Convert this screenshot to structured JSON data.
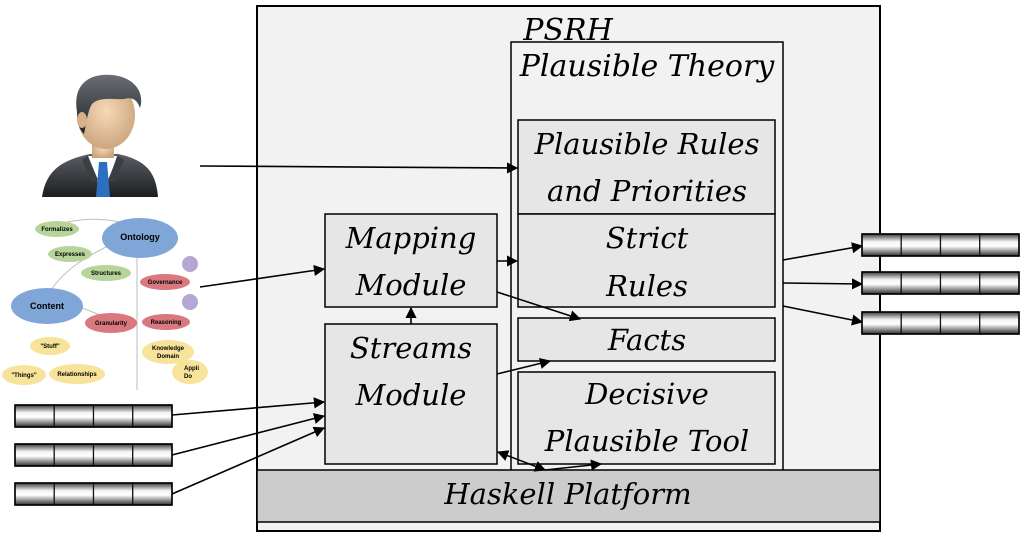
{
  "psrh": {
    "title": "PSRH"
  },
  "plausible_theory": {
    "title": "Plausible Theory"
  },
  "rules_priorities": {
    "line1": "Plausible Rules",
    "line2": "and Priorities"
  },
  "strict_rules": {
    "line1": "Strict",
    "line2": "Rules"
  },
  "facts": {
    "label": "Facts"
  },
  "decisive_tool": {
    "line1": "Decisive",
    "line2": "Plausible Tool"
  },
  "mapping_module": {
    "line1": "Mapping",
    "line2": "Module"
  },
  "streams_module": {
    "line1": "Streams",
    "line2": "Module"
  },
  "platform": {
    "label": "Haskell Platform"
  },
  "ontology_graphic": {
    "nodes": [
      "Formalizes",
      "Ontology",
      "Expresses",
      "Structures",
      "Content",
      "Governance",
      "Granularity",
      "Reasoning",
      "\"Stuff\"",
      "\"Things\"",
      "Relationships",
      "Knowledge",
      "Domain",
      "Appli",
      "Do"
    ]
  },
  "colors": {
    "outer_box": "#f2f2f2",
    "inner_box": "#e6e6e6",
    "platform": "#cccccc",
    "ontology_blue": "#7fa6d6",
    "ontology_green": "#b7d59a",
    "ontology_red": "#d9797f",
    "ontology_yellow": "#f7e39a",
    "ontology_purple": "#b6a6d4"
  },
  "icons": {
    "user": "user-avatar-icon",
    "ontology": "ontology-mindmap-icon",
    "stream": "stream-cells-icon"
  }
}
